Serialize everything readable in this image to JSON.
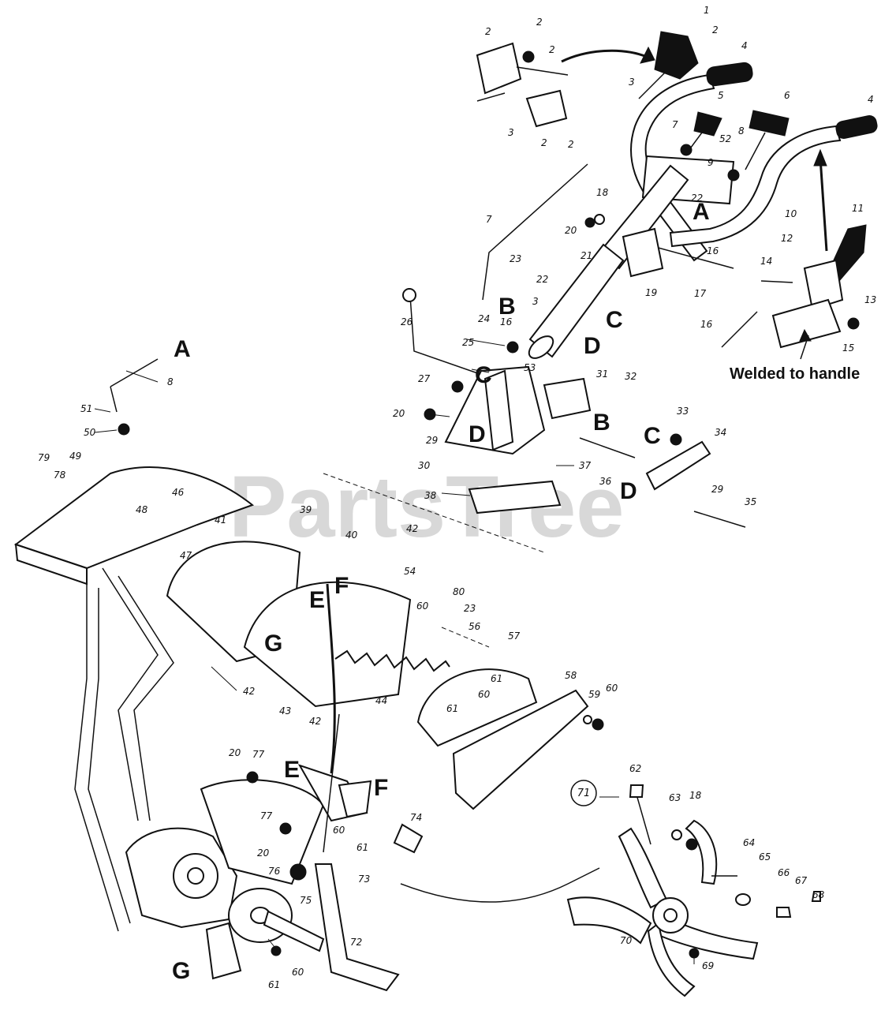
{
  "watermark": "PartsTree",
  "trademark": "™",
  "annotation": "Welded to handle",
  "callout_circle": "71",
  "letter_labels": [
    "A",
    "A",
    "B",
    "B",
    "C",
    "C",
    "C",
    "D",
    "D",
    "D",
    "E",
    "E",
    "F",
    "F",
    "G",
    "G"
  ],
  "part_numbers": [
    "1",
    "2",
    "2",
    "2",
    "2",
    "2",
    "2",
    "3",
    "3",
    "3",
    "4",
    "4",
    "5",
    "6",
    "7",
    "7",
    "8",
    "8",
    "9",
    "10",
    "11",
    "12",
    "13",
    "14",
    "15",
    "16",
    "16",
    "16",
    "17",
    "18",
    "18",
    "19",
    "20",
    "20",
    "20",
    "20",
    "21",
    "22",
    "22",
    "23",
    "23",
    "24",
    "25",
    "26",
    "27",
    "29",
    "29",
    "30",
    "31",
    "32",
    "33",
    "34",
    "35",
    "36",
    "37",
    "38",
    "39",
    "40",
    "41",
    "42",
    "42",
    "42",
    "43",
    "44",
    "46",
    "47",
    "48",
    "49",
    "50",
    "51",
    "52",
    "53",
    "54",
    "56",
    "57",
    "58",
    "59",
    "60",
    "60",
    "60",
    "60",
    "60",
    "61",
    "61",
    "61",
    "61",
    "62",
    "63",
    "64",
    "65",
    "66",
    "67",
    "68",
    "69",
    "70",
    "72",
    "73",
    "74",
    "75",
    "76",
    "77",
    "77",
    "78",
    "79",
    "80"
  ]
}
